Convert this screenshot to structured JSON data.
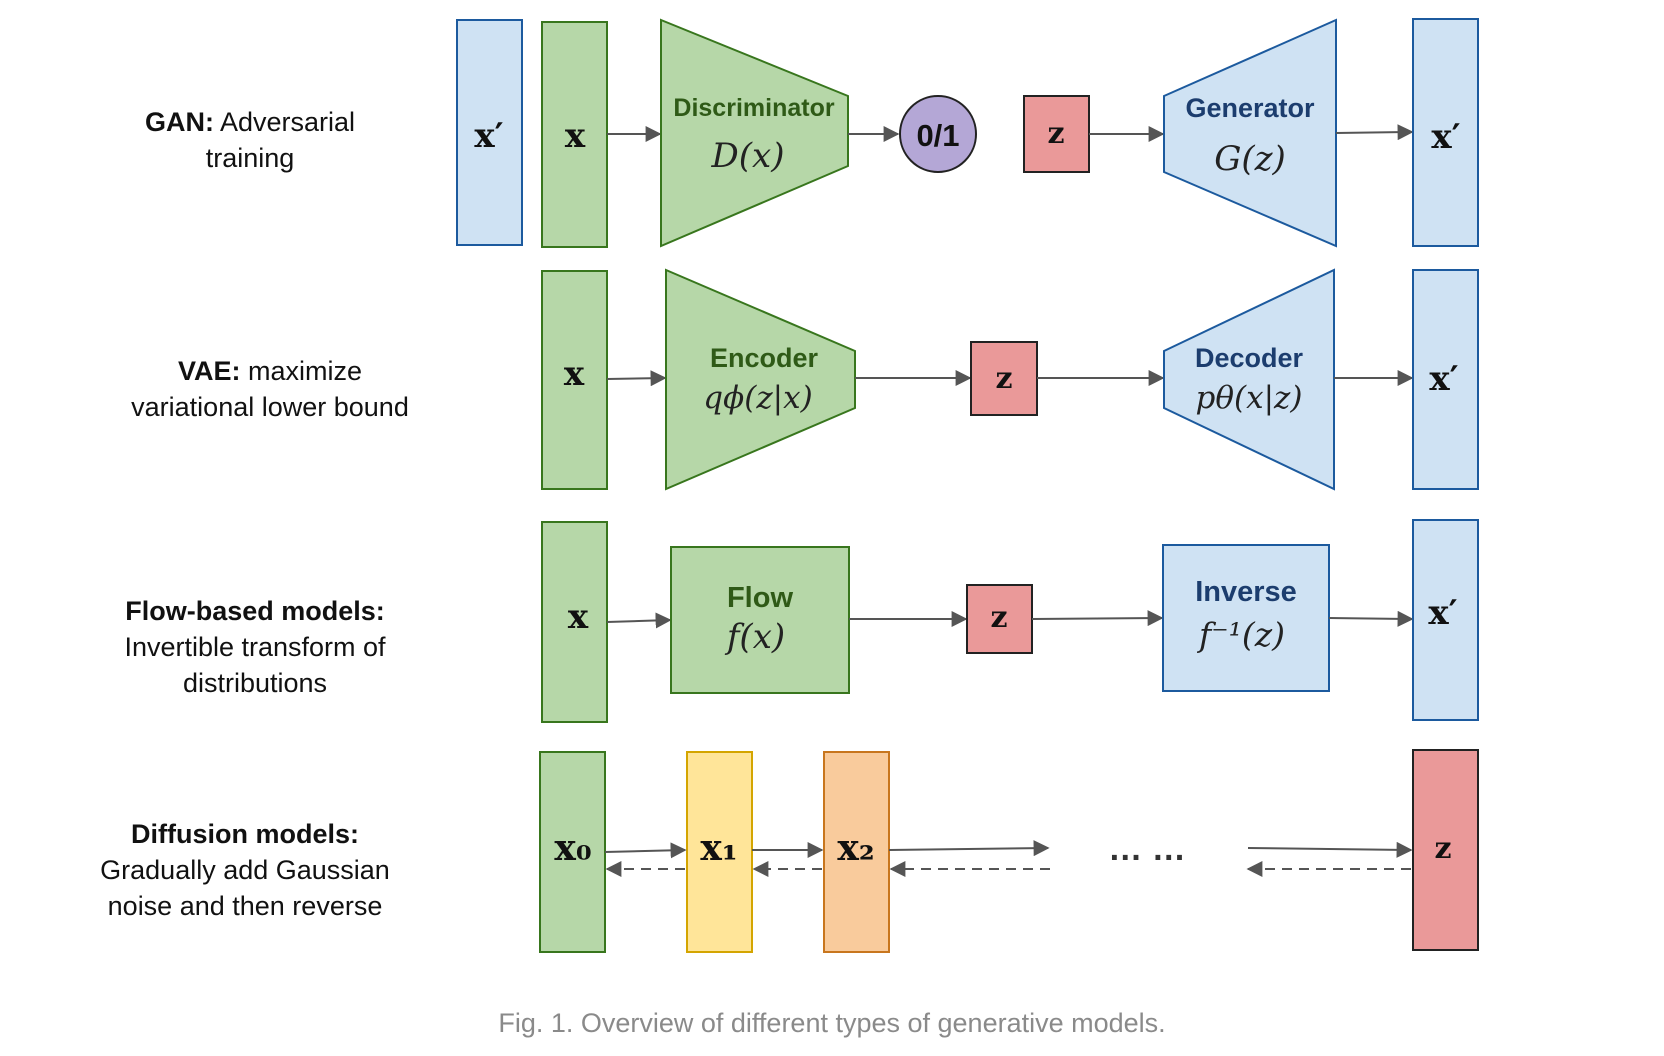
{
  "rows": [
    {
      "id": "gan",
      "label_bold": "GAN:",
      "label_lines": [
        "Adversarial",
        "training"
      ],
      "input_fake": "x′",
      "input_real": "x",
      "block1": {
        "name": "Discriminator",
        "formula": "D(x)"
      },
      "output": "0/1",
      "latent": "z",
      "block2": {
        "name": "Generator",
        "formula": "G(z)"
      },
      "result": "x′"
    },
    {
      "id": "vae",
      "label_bold": "VAE:",
      "label_lines": [
        "maximize",
        "variational lower bound"
      ],
      "input": "x",
      "block1": {
        "name": "Encoder",
        "formula": "qϕ(z|x)"
      },
      "latent": "z",
      "block2": {
        "name": "Decoder",
        "formula": "pθ(x|z)"
      },
      "result": "x′"
    },
    {
      "id": "flow",
      "label_bold": "Flow-based models:",
      "label_lines": [
        "Invertible transform of",
        "distributions"
      ],
      "input": "x",
      "block1": {
        "name": "Flow",
        "formula": "f(x)"
      },
      "latent": "z",
      "block2": {
        "name": "Inverse",
        "formula": "f⁻¹(z)"
      },
      "result": "x′"
    },
    {
      "id": "diffusion",
      "label_bold": "Diffusion models:",
      "label_lines": [
        "Gradually add Gaussian",
        "noise and then reverse"
      ],
      "steps": [
        "x₀",
        "x₁",
        "x₂"
      ],
      "ellipsis": "… …",
      "latent": "z"
    }
  ],
  "caption": "Fig. 1. Overview of different types of generative models.",
  "colors": {
    "green_fill": "#b6d7a8",
    "green_stroke": "#38761d",
    "blue_fill": "#cfe2f3",
    "blue_stroke": "#1c5a9e",
    "red_fill": "#ea9999",
    "red_stroke": "#222222",
    "purple_fill": "#b4a7d6",
    "yellow_fill": "#ffe599",
    "yellow_stroke": "#d4a500",
    "orange_fill": "#f9cb9c",
    "orange_stroke": "#c8761e",
    "arrow": "#555555"
  }
}
